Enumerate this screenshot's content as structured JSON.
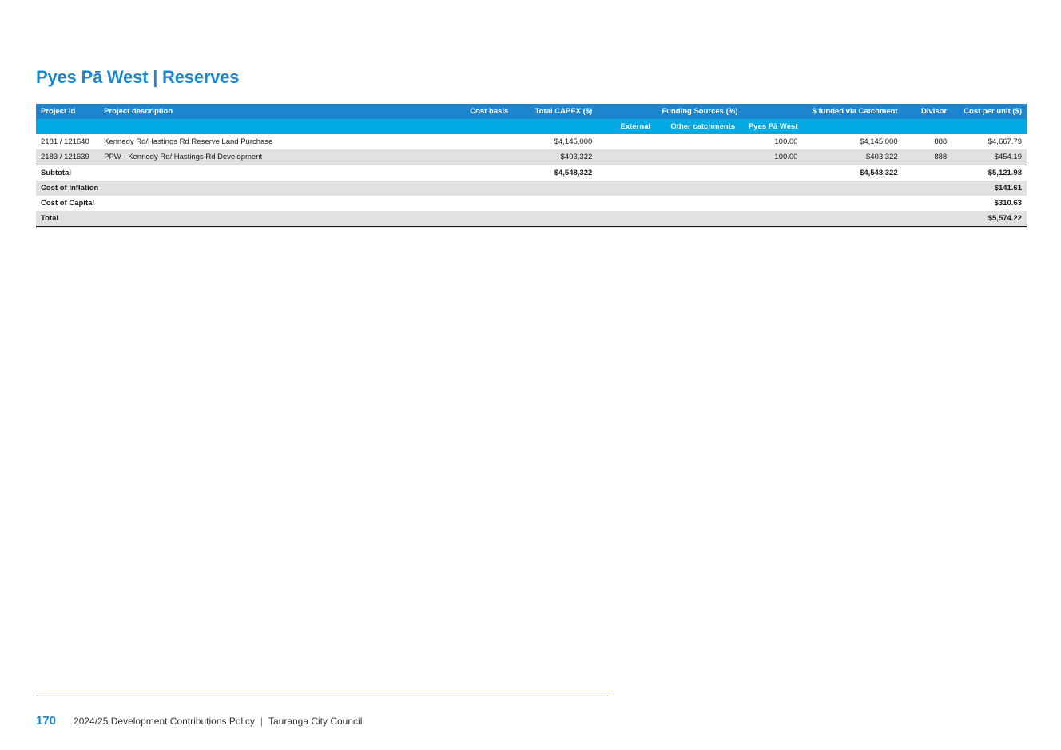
{
  "title": "Pyes Pā West | Reserves",
  "table": {
    "headers": {
      "project_id": "Project Id",
      "project_description": "Project description",
      "cost_basis": "Cost basis",
      "total_capex": "Total CAPEX ($)",
      "funding_sources": "Funding Sources (%)",
      "funded_via_catchment": "$ funded via Catchment",
      "divisor": "Divisor",
      "cost_per_unit": "Cost per unit ($)"
    },
    "subheaders": {
      "external": "External",
      "other_catchments": "Other catchments",
      "pyes_pa_west": "Pyes Pā West"
    },
    "rows": [
      {
        "project_id": "2181 / 121640",
        "description": "Kennedy Rd/Hastings Rd Reserve Land Purchase",
        "cost_basis": "",
        "total_capex": "$4,145,000",
        "external": "",
        "other_catchments": "",
        "pyes_pa_west": "100.00",
        "funded_via_catchment": "$4,145,000",
        "divisor": "888",
        "cost_per_unit": "$4,667.79"
      },
      {
        "project_id": "2183 / 121639",
        "description": "PPW - Kennedy Rd/ Hastings Rd Development",
        "cost_basis": "",
        "total_capex": "$403,322",
        "external": "",
        "other_catchments": "",
        "pyes_pa_west": "100.00",
        "funded_via_catchment": "$403,322",
        "divisor": "888",
        "cost_per_unit": "$454.19"
      }
    ],
    "subtotal": {
      "label": "Subtotal",
      "total_capex": "$4,548,322",
      "funded_via_catchment": "$4,548,322",
      "cost_per_unit": "$5,121.98"
    },
    "cost_of_inflation": {
      "label": "Cost of Inflation",
      "value": "$141.61"
    },
    "cost_of_capital": {
      "label": "Cost of Capital",
      "value": "$310.63"
    },
    "total": {
      "label": "Total",
      "value": "$5,574.22"
    }
  },
  "footer": {
    "page_number": "170",
    "document": "2024/25 Development Contributions Policy",
    "separator": "|",
    "organisation": "Tauranga City Council"
  },
  "colors": {
    "brand_blue": "#1d86cf",
    "light_blue": "#03a9e3",
    "row_grey": "#e0e1e3"
  }
}
